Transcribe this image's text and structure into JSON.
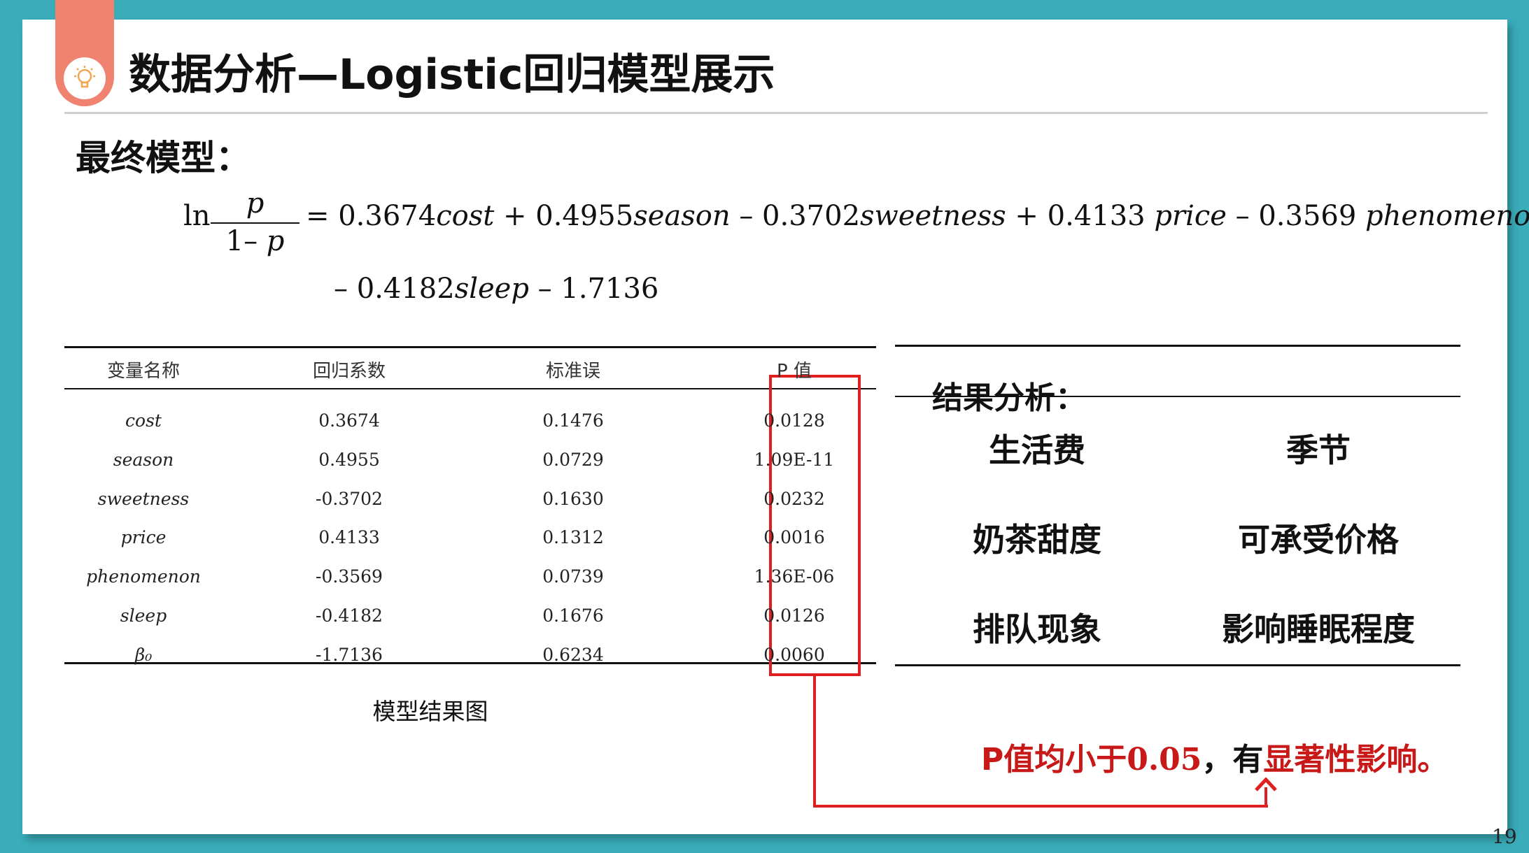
{
  "header": {
    "title": "数据分析—Logistic回归模型展示",
    "icon": "lightbulb-icon"
  },
  "model": {
    "section_label": "最终模型：",
    "lhs_ln": "ln",
    "lhs_num": "p",
    "lhs_den_1": "1",
    "lhs_den_2": "– ",
    "lhs_den_3": "p",
    "line1": [
      {
        "text": "= 0.3674",
        "italic": false
      },
      {
        "text": "cost",
        "italic": true
      },
      {
        "text": " + 0.4955",
        "italic": false
      },
      {
        "text": "season",
        "italic": true
      },
      {
        "text": " – 0.3702",
        "italic": false
      },
      {
        "text": "sweetness",
        "italic": true
      },
      {
        "text": " + 0.4133 ",
        "italic": false
      },
      {
        "text": "price",
        "italic": true
      },
      {
        "text": " – 0.3569 ",
        "italic": false
      },
      {
        "text": "phenomenon",
        "italic": true
      }
    ],
    "line2": [
      {
        "text": "– 0.4182",
        "italic": false
      },
      {
        "text": "sleep",
        "italic": true
      },
      {
        "text": " – 1.7136",
        "italic": false
      }
    ]
  },
  "table": {
    "headers": [
      "变量名称",
      "回归系数",
      "标准误",
      "P 值"
    ],
    "rows": [
      [
        "cost",
        "0.3674",
        "0.1476",
        "0.0128"
      ],
      [
        "season",
        "0.4955",
        "0.0729",
        "1.09E-11"
      ],
      [
        "sweetness",
        "-0.3702",
        "0.1630",
        "0.0232"
      ],
      [
        "price",
        "0.4133",
        "0.1312",
        "0.0016"
      ],
      [
        "phenomenon",
        "-0.3569",
        "0.0739",
        "1.36E-06"
      ],
      [
        "sleep",
        "-0.4182",
        "0.1676",
        "0.0126"
      ],
      [
        "β₀",
        "-1.7136",
        "0.6234",
        "0.0060"
      ]
    ],
    "caption": "模型结果图"
  },
  "analysis": {
    "title": "结果分析：",
    "factors": [
      "生活费",
      "季节",
      "奶茶甜度",
      "可承受价格",
      "排队现象",
      "影响睡眠程度"
    ],
    "conclusion": {
      "part1": "P值均小于",
      "part2": "0.05",
      "part3": "，有",
      "part4": "显著性影响。"
    }
  },
  "colors": {
    "accent_red": "#e02020",
    "tab_color": "#f08270",
    "border_teal": "#3aacba"
  },
  "page_number": "19"
}
